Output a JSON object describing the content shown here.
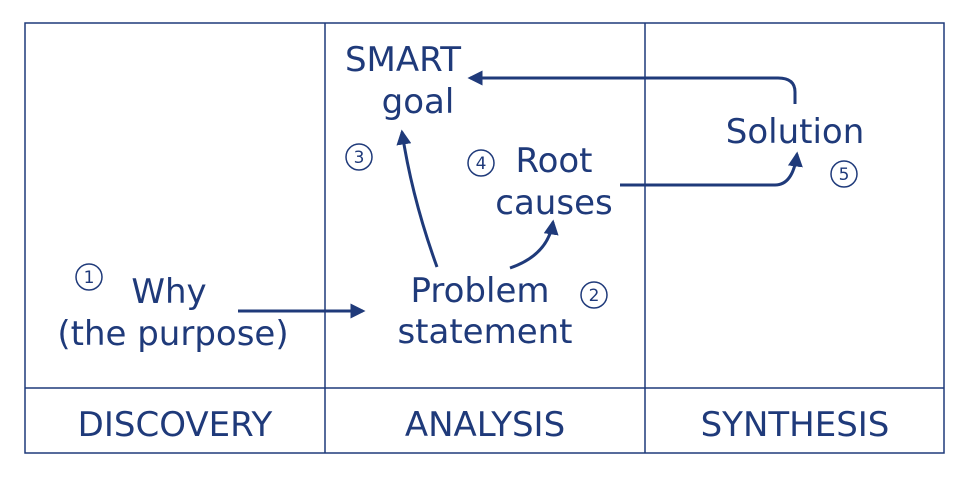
{
  "phases": {
    "discovery": "DISCOVERY",
    "analysis": "ANALYSIS",
    "synthesis": "SYNTHESIS"
  },
  "nodes": {
    "why": {
      "line1": "Why",
      "line2": "(the purpose)",
      "step": "1"
    },
    "problem": {
      "line1": "Problem",
      "line2": "statement",
      "step": "2"
    },
    "smart": {
      "line1": "SMART",
      "line2": "goal",
      "step": "3"
    },
    "root": {
      "line1": "Root",
      "line2": "causes",
      "step": "4"
    },
    "solution": {
      "line1": "Solution",
      "step": "5"
    }
  },
  "colors": {
    "ink": "#1f3a7a",
    "background": "#ffffff"
  }
}
